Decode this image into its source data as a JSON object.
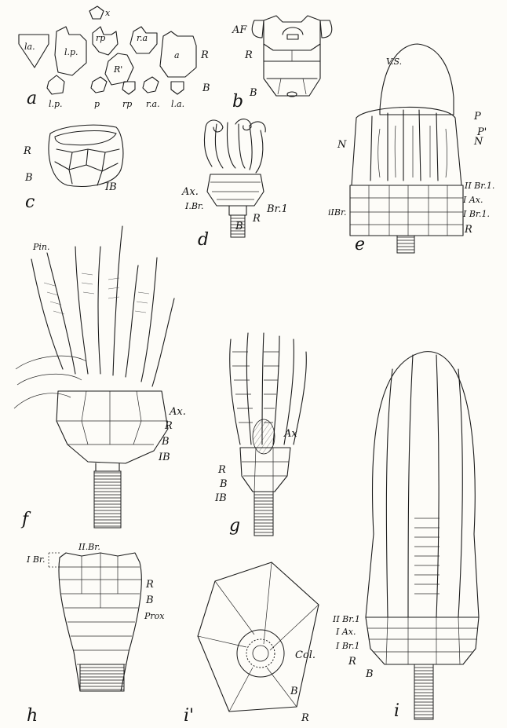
{
  "fig_a": {
    "letter": "a",
    "x": "x",
    "la_upper": "la.",
    "lp_upper": "l.p.",
    "rp_upper": "rp",
    "ra_upper": "r.a",
    "r_prime": "R'",
    "a": "a",
    "R": "R",
    "B": "B",
    "lp_lower": "l.p.",
    "p": "p",
    "rp_lower": "rp",
    "ra_lower": "r.a.",
    "la_lower": "l.a."
  },
  "fig_b": {
    "letter": "b",
    "AF": "AF",
    "R": "R",
    "B": "B"
  },
  "fig_c": {
    "letter": "c",
    "R": "R",
    "B": "B",
    "IB": "IB"
  },
  "fig_d": {
    "letter": "d",
    "Ax": "Ax.",
    "IBr": "I.Br.",
    "Br1": "Br.1",
    "R": "R",
    "B": "B"
  },
  "fig_e": {
    "letter": "e",
    "VS": "V.S.",
    "P": "P",
    "P_prime": "P'",
    "N_left": "N",
    "N_right": "N",
    "IIBr1": "II Br.1.",
    "IAx": "I Ax.",
    "iIBr": "iIBr.",
    "IBr1": "I Br.1.",
    "R": "R"
  },
  "fig_f": {
    "letter": "f",
    "Pin": "Pin.",
    "Ax": "Ax.",
    "R": "R",
    "B": "B",
    "IB": "IB"
  },
  "fig_g": {
    "letter": "g",
    "Ax": "Ax",
    "R": "R",
    "B": "B",
    "IB": "IB"
  },
  "fig_h": {
    "letter": "h",
    "IIBr": "II.Br.",
    "IBr": "I Br.",
    "R": "R",
    "B": "B",
    "Prox": "Prox"
  },
  "fig_i_prime": {
    "letter": "i'",
    "Col": "Col.",
    "B": "B",
    "R": "R"
  },
  "fig_i": {
    "letter": "i",
    "IIBr1": "II Br.1",
    "IAx": "I Ax.",
    "IBr1": "I Br.1",
    "R": "R",
    "B": "B"
  }
}
